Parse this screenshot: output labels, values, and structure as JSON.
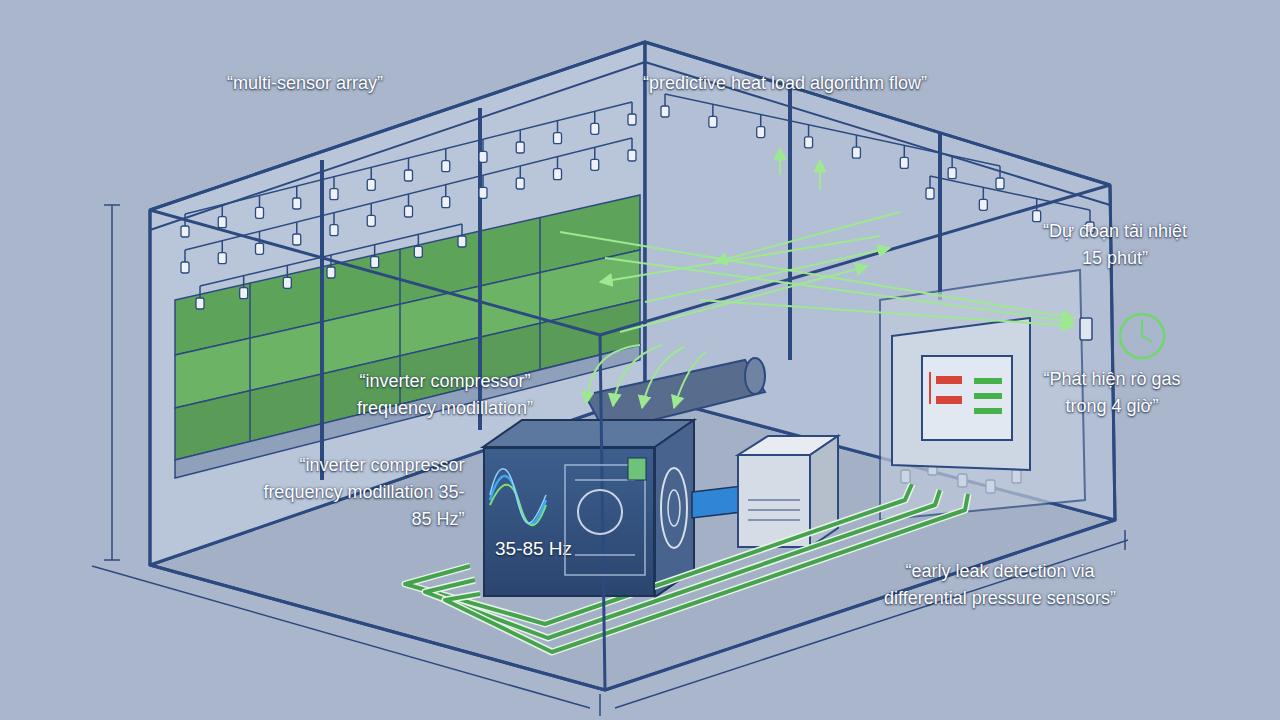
{
  "diagram": {
    "nodes": [
      {
        "text": [
          "35-85 Hz"
        ]
      }
    ],
    "labels": [
      "“multi-sensor array”",
      "“predictive heat load algorithm flow”",
      "“Dự đoạn tải nhiệt 15 phút”",
      "“Phát hiện rò gas trong 4 giờ”",
      "“inverter compressor” frequency modillation”",
      "“inverter compressor frequency modillation 35-85 Hz”",
      "“early leak detection via differential pressure sensors”"
    ]
  }
}
